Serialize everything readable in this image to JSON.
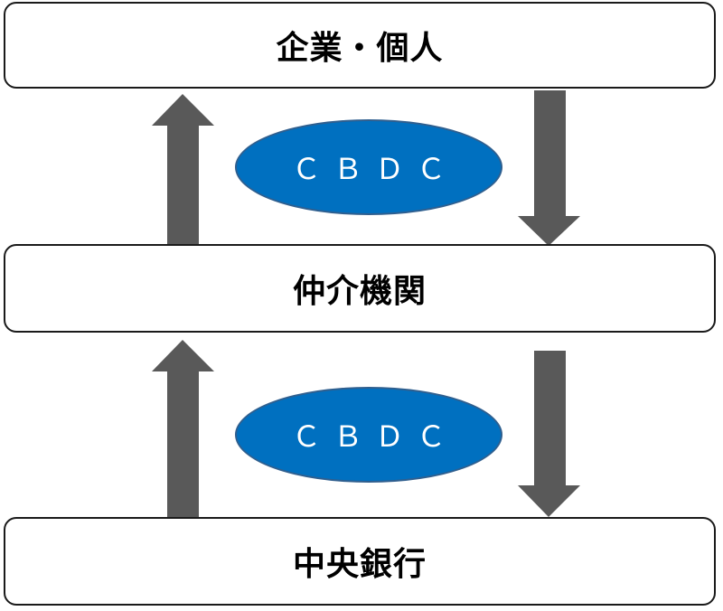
{
  "boxes": {
    "top": "企業・個人",
    "middle": "仲介機関",
    "bottom": "中央銀行"
  },
  "currency": {
    "upper": "ＣＢＤＣ",
    "lower": "ＣＢＤＣ"
  },
  "colors": {
    "arrow": "#595959",
    "ellipse_fill": "#0070c0",
    "ellipse_border": "#2f5f8f",
    "box_border": "#1a1a1a"
  }
}
